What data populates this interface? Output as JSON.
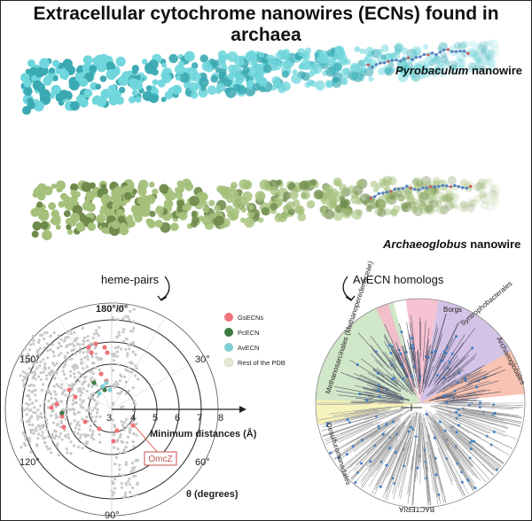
{
  "title": "Extracellular cytochrome nanowires (ECNs) found in archaea",
  "nanowires": [
    {
      "genus": "Pyrobaculum",
      "suffix": " nanowire",
      "color": "#6fd6dc",
      "shade": "#3aa9b2"
    },
    {
      "genus": "Archaeoglobus",
      "suffix": " nanowire",
      "color": "#a4c07a",
      "shade": "#6e8a4b"
    }
  ],
  "panels": {
    "left_label": "heme-pairs",
    "right_label": "AvECN homologs"
  },
  "polar_plot": {
    "angle_labels": [
      "180°/0°",
      "150°",
      "30°",
      "120°",
      "60°",
      "90°"
    ],
    "radial_ticks": [
      "3",
      "4",
      "5",
      "6",
      "7",
      "8"
    ],
    "radial_axis_label": "Minimum distances (Å)",
    "angle_axis_label": "θ (degrees)",
    "callout": "OmcZ",
    "legend": [
      {
        "label": "GsECNs",
        "color": "#f0737a"
      },
      {
        "label": "PcECN",
        "color": "#3a7a3e"
      },
      {
        "label": "AvECN",
        "color": "#7ecfd3"
      },
      {
        "label": "Rest of the PDB",
        "color": "#e6e8d4"
      }
    ]
  },
  "tree": {
    "clades": [
      "Methanosarcinales (Methanoperedenaceae)",
      "Borgs",
      "Syntrophobacterales",
      "Archaeoglobales",
      "Desulfuromonadales",
      "BACTERIA"
    ],
    "colors": {
      "green": "#c9e3bf",
      "pink": "#f6b7c9",
      "purple": "#cdb8e2",
      "salmon": "#f7b9a4",
      "yellow": "#f4f1b0",
      "grey": "#d9d9d9"
    }
  }
}
